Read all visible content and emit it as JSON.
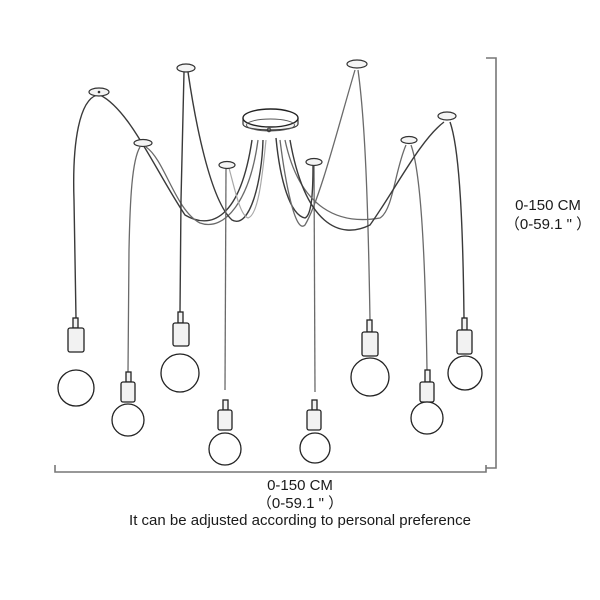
{
  "product": {
    "type": "pendant-spider-chandelier",
    "bulb_count": 8
  },
  "dimensions": {
    "height": {
      "metric": "0-150 CM",
      "imperial": "（0-59.1 \" ）"
    },
    "width": {
      "metric": "0-150 CM",
      "imperial": "（0-59.1 \" ）"
    }
  },
  "note": "It can be adjusted according to personal preference",
  "colors": {
    "background": "#ffffff",
    "line": "#222222",
    "dimension_line": "#777777",
    "text": "#1a1a1a"
  }
}
